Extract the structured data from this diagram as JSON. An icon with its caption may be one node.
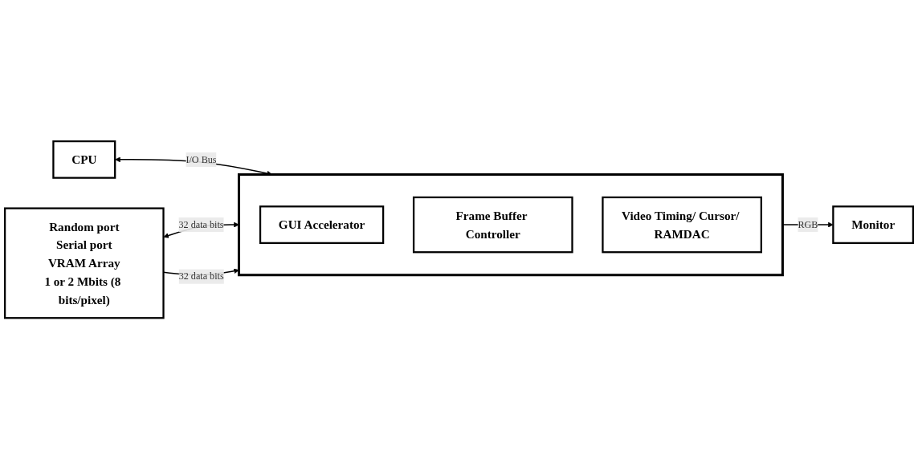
{
  "diagram": {
    "nodes": [
      {
        "text": [
          "CPU"
        ]
      },
      {
        "text": [],
        "shape": "box"
      },
      {
        "text": [
          "GUI Accelerator"
        ],
        "in": 1
      },
      {
        "text": [
          "Frame Buffer Controller"
        ],
        "in": 1
      },
      {
        "text": [
          "Video Timing/ Cursor/ RAMDAC"
        ],
        "in": 1
      },
      {
        "text": [
          "Monitor"
        ]
      },
      {
        "text": [
          "Random port",
          "Serial port",
          "VRAM Array",
          "1 or 2 Mbits (8 bits/pixel)"
        ]
      }
    ],
    "edges": [
      {
        "from": 0,
        "to": 1,
        "arrow": "both",
        "label": "I/O Bus"
      },
      {
        "from": 1,
        "to": 5,
        "arrow": "to",
        "label": "RGB"
      },
      {
        "from": 6,
        "to": 1,
        "arrow": "both",
        "label": "32 data bits"
      },
      {
        "from": 6,
        "to": 1,
        "arrow": "to",
        "label": "32 data bits"
      }
    ]
  }
}
